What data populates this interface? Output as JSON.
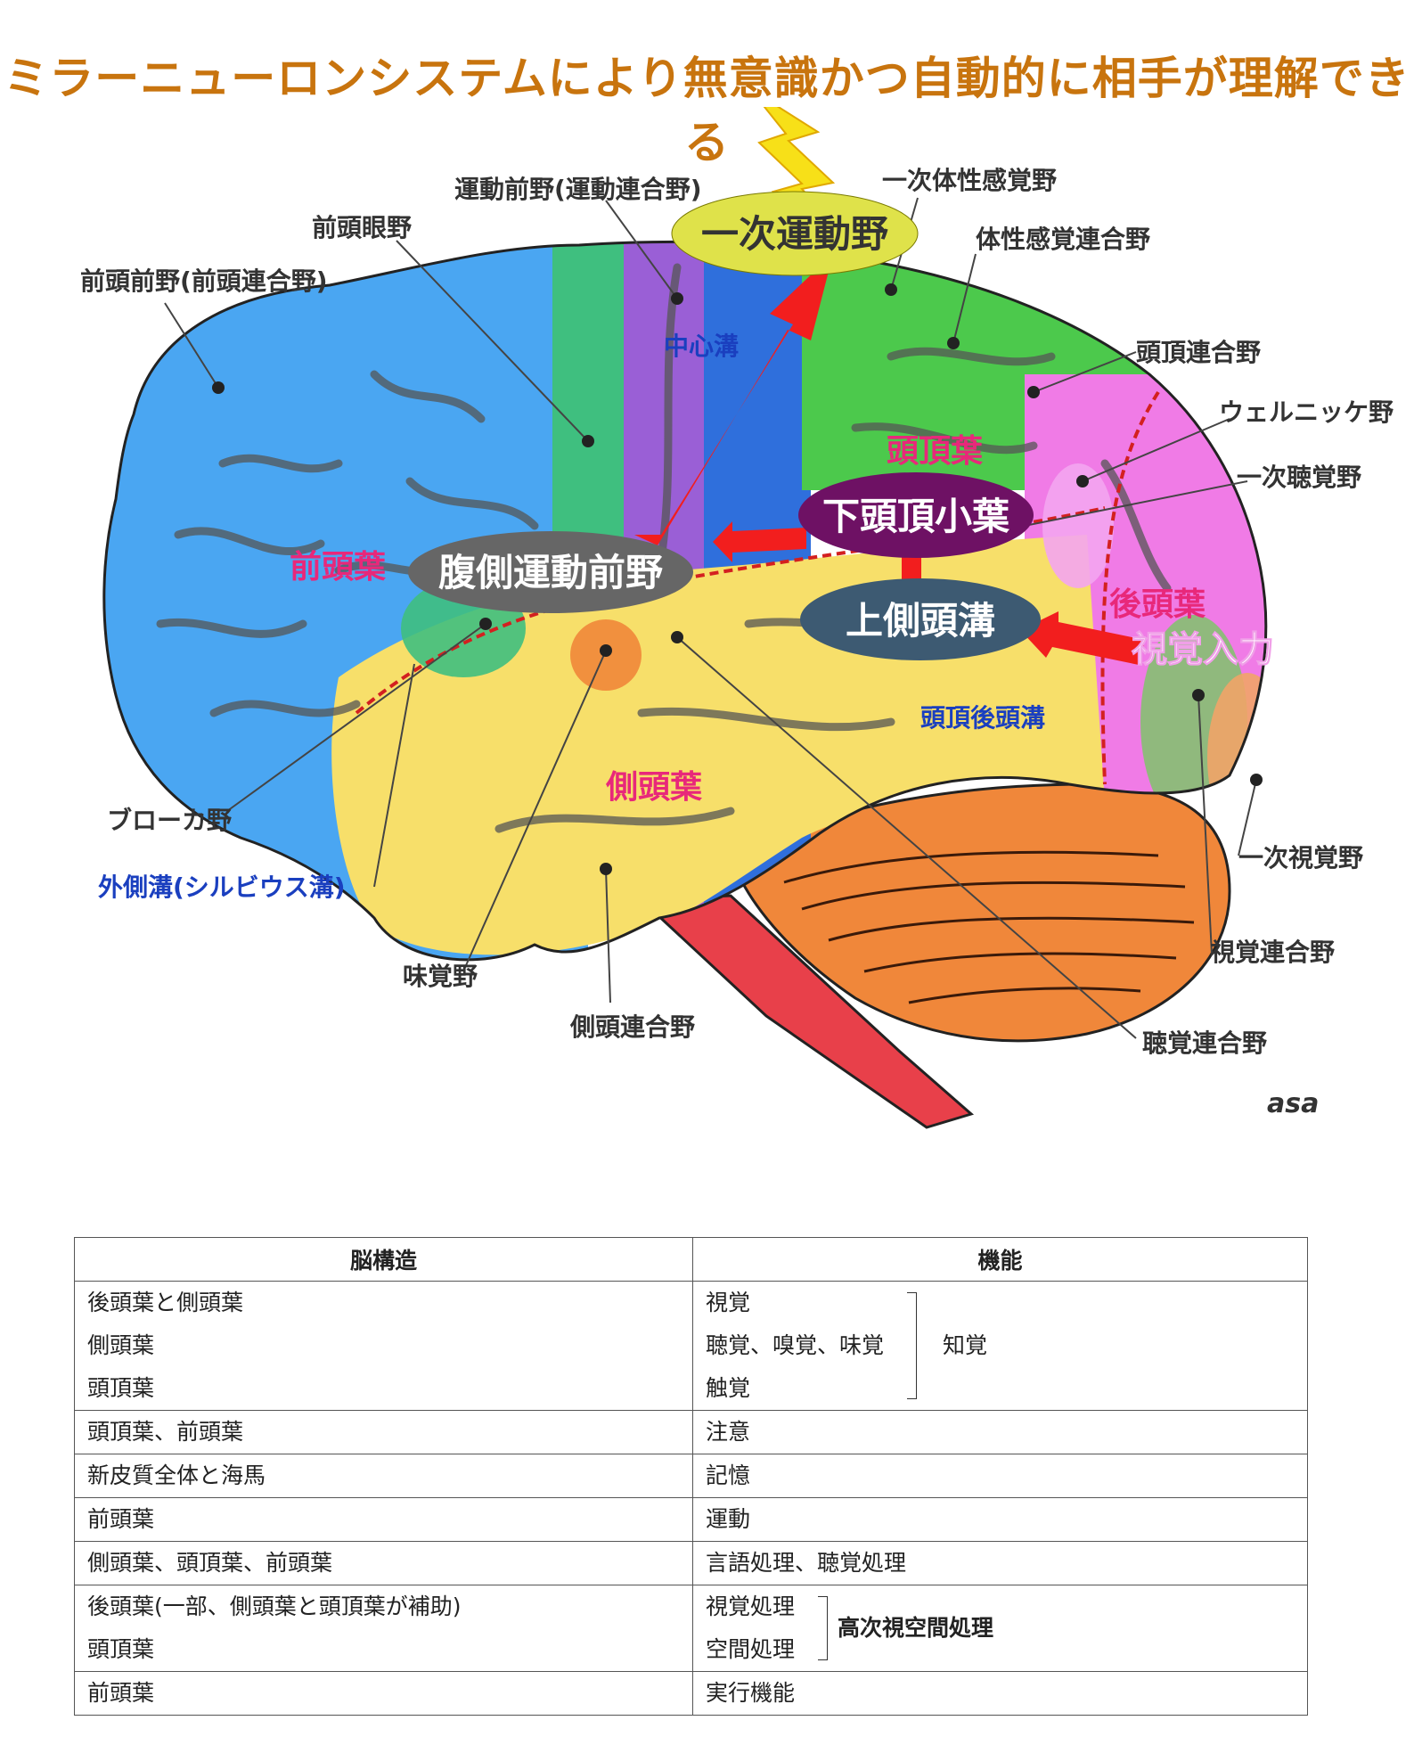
{
  "headline": "ミラーニューロンシステムにより無意識かつ自動的に相手が理解できる",
  "diagram": {
    "labels": {
      "premotor": "運動前野(運動連合野)",
      "primary_somatosensory": "一次体性感覚野",
      "frontal_eye": "前頭眼野",
      "somatosensory_assoc": "体性感覚連合野",
      "prefrontal": "前頭前野(前頭連合野)",
      "central_sulcus": "中心溝",
      "parietal_assoc": "頭頂連合野",
      "wernicke": "ウェルニッケ野",
      "primary_auditory": "一次聴覚野",
      "broca": "ブローカ野",
      "lateral_sulcus": "外側溝(シルビウス溝)",
      "gustatory": "味覚野",
      "temporal_assoc": "側頭連合野",
      "auditory_assoc": "聴覚連合野",
      "primary_visual": "一次視覚野",
      "visual_assoc": "視覚連合野",
      "parieto_occipital": "頭頂後頭溝"
    },
    "lobes": {
      "frontal": "前頭葉",
      "parietal": "頭頂葉",
      "temporal": "側頭葉",
      "occipital": "後頭葉"
    },
    "pills": {
      "m1": "一次運動野",
      "ipl": "下頭頂小葉",
      "vpm": "腹側運動前野",
      "sts": "上側頭溝"
    },
    "visual_input": "視覚入力",
    "signature": "asa",
    "colors": {
      "headline": "#c8740e",
      "frontal": "#4aa6f2",
      "motor": "#3fbf7f",
      "primary_motor": "#9a5fd6",
      "somatosensory": "#2f6fdc",
      "parietal": "#4cc94c",
      "temporal": "#f7df6a",
      "occipital": "#f07be6",
      "cerebellum": "#f0873a",
      "brainstem": "#e8404a",
      "arrow": "#f21e1e"
    }
  },
  "table": {
    "headers": [
      "脳構造",
      "機能"
    ],
    "perception": {
      "structures": [
        "後頭葉と側頭葉",
        "側頭葉",
        "頭頂葉"
      ],
      "functions": [
        "視覚",
        "聴覚、嗅覚、味覚",
        "触覚"
      ],
      "group": "知覚"
    },
    "rows": [
      {
        "structure": "頭頂葉、前頭葉",
        "function": "注意"
      },
      {
        "structure": "新皮質全体と海馬",
        "function": "記憶"
      },
      {
        "structure": "前頭葉",
        "function": "運動"
      },
      {
        "structure": "側頭葉、頭頂葉、前頭葉",
        "function": "言語処理、聴覚処理"
      }
    ],
    "visuospatial": {
      "structures": [
        "後頭葉(一部、側頭葉と頭頂葉が補助)",
        "頭頂葉"
      ],
      "functions": [
        "視覚処理",
        "空間処理"
      ],
      "group": "高次視空間処理"
    },
    "last": {
      "structure": "前頭葉",
      "function": "実行機能"
    }
  }
}
